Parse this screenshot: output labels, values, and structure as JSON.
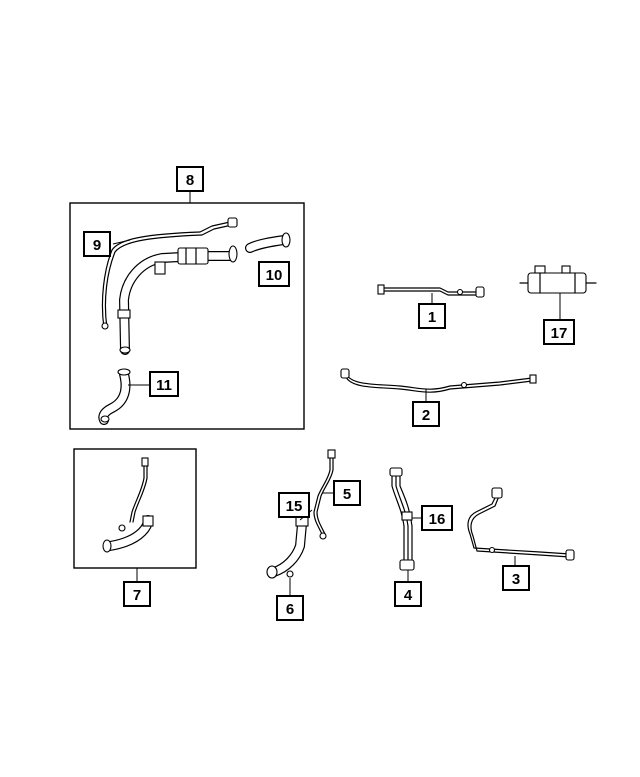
{
  "diagram": {
    "callouts": [
      {
        "id": "c1",
        "label": "1"
      },
      {
        "id": "c2",
        "label": "2"
      },
      {
        "id": "c3",
        "label": "3"
      },
      {
        "id": "c4",
        "label": "4"
      },
      {
        "id": "c5",
        "label": "5"
      },
      {
        "id": "c6",
        "label": "6"
      },
      {
        "id": "c7",
        "label": "7"
      },
      {
        "id": "c8",
        "label": "8"
      },
      {
        "id": "c9",
        "label": "9"
      },
      {
        "id": "c10",
        "label": "10"
      },
      {
        "id": "c11",
        "label": "11"
      },
      {
        "id": "c15",
        "label": "15"
      },
      {
        "id": "c16",
        "label": "16"
      },
      {
        "id": "c17",
        "label": "17"
      }
    ]
  }
}
